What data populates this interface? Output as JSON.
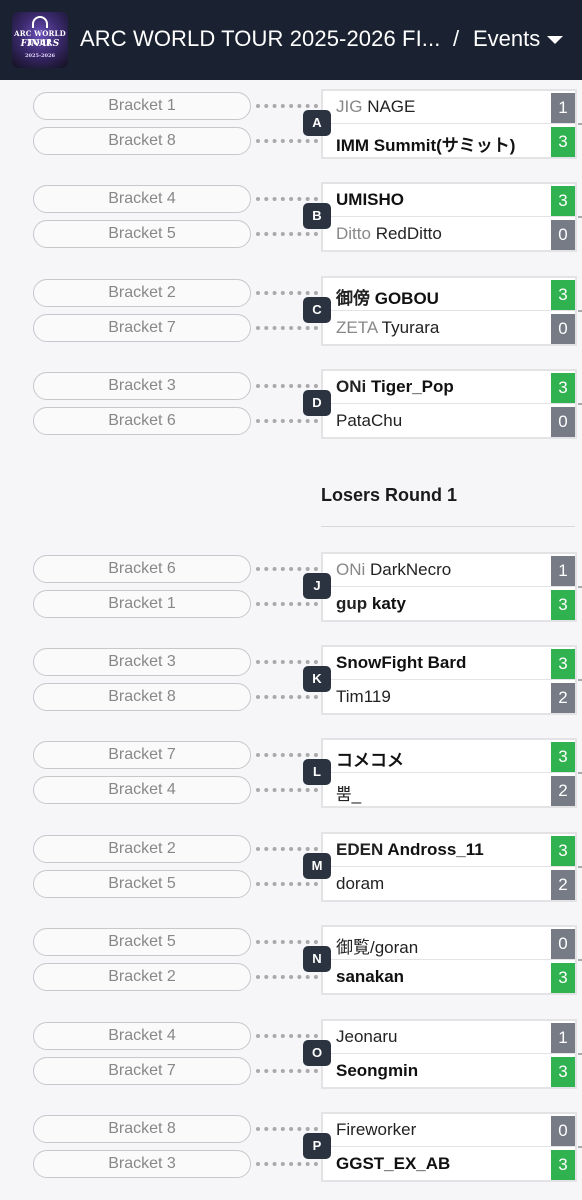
{
  "header": {
    "logo_text": [
      "ARC WORLD TOUR",
      "FINALS",
      "2025-2026"
    ],
    "title": "ARC WORLD TOUR 2025-2026 FI...",
    "separator": "/",
    "events_label": "Events"
  },
  "sections": {
    "losers_round_1": "Losers Round 1"
  },
  "matches": [
    {
      "id": "A",
      "slots": [
        "Bracket 1",
        "Bracket 8"
      ],
      "players": [
        {
          "tag": "JIG",
          "name": "NAGE",
          "score": "1",
          "win": false
        },
        {
          "tag": "",
          "name": "IMM Summit(サミット)",
          "score": "3",
          "win": true
        }
      ]
    },
    {
      "id": "B",
      "slots": [
        "Bracket 4",
        "Bracket 5"
      ],
      "players": [
        {
          "tag": "",
          "name": "UMISHO",
          "score": "3",
          "win": true
        },
        {
          "tag": "Ditto",
          "name": "RedDitto",
          "score": "0",
          "win": false
        }
      ]
    },
    {
      "id": "C",
      "slots": [
        "Bracket 2",
        "Bracket 7"
      ],
      "players": [
        {
          "tag": "御傍",
          "name": "GOBOU",
          "score": "3",
          "win": true
        },
        {
          "tag": "ZETA",
          "name": "Tyurara",
          "score": "0",
          "win": false
        }
      ]
    },
    {
      "id": "D",
      "slots": [
        "Bracket 3",
        "Bracket 6"
      ],
      "players": [
        {
          "tag": "ONi",
          "name": "Tiger_Pop",
          "score": "3",
          "win": true
        },
        {
          "tag": "",
          "name": "PataChu",
          "score": "0",
          "win": false
        }
      ]
    },
    {
      "id": "J",
      "slots": [
        "Bracket 6",
        "Bracket 1"
      ],
      "players": [
        {
          "tag": "ONi",
          "name": "DarkNecro",
          "score": "1",
          "win": false
        },
        {
          "tag": "gup",
          "name": "katy",
          "score": "3",
          "win": true
        }
      ]
    },
    {
      "id": "K",
      "slots": [
        "Bracket 3",
        "Bracket 8"
      ],
      "players": [
        {
          "tag": "",
          "name": "SnowFight Bard",
          "score": "3",
          "win": true
        },
        {
          "tag": "",
          "name": "Tim119",
          "score": "2",
          "win": false
        }
      ]
    },
    {
      "id": "L",
      "slots": [
        "Bracket 7",
        "Bracket 4"
      ],
      "players": [
        {
          "tag": "",
          "name": "コメコメ",
          "score": "3",
          "win": true
        },
        {
          "tag": "",
          "name": "뿜_",
          "score": "2",
          "win": false
        }
      ]
    },
    {
      "id": "M",
      "slots": [
        "Bracket 2",
        "Bracket 5"
      ],
      "players": [
        {
          "tag": "EDEN",
          "name": "Andross_11",
          "score": "3",
          "win": true
        },
        {
          "tag": "",
          "name": "doram",
          "score": "2",
          "win": false
        }
      ]
    },
    {
      "id": "N",
      "slots": [
        "Bracket 5",
        "Bracket 2"
      ],
      "players": [
        {
          "tag": "",
          "name": "御覧/goran",
          "score": "0",
          "win": false
        },
        {
          "tag": "",
          "name": "sanakan",
          "score": "3",
          "win": true
        }
      ]
    },
    {
      "id": "O",
      "slots": [
        "Bracket 4",
        "Bracket 7"
      ],
      "players": [
        {
          "tag": "",
          "name": "Jeonaru",
          "score": "1",
          "win": false
        },
        {
          "tag": "",
          "name": "Seongmin",
          "score": "3",
          "win": true
        }
      ]
    },
    {
      "id": "P",
      "slots": [
        "Bracket 8",
        "Bracket 3"
      ],
      "players": [
        {
          "tag": "",
          "name": "Fireworker",
          "score": "0",
          "win": false
        },
        {
          "tag": "",
          "name": "GGST_EX_AB",
          "score": "3",
          "win": true
        }
      ]
    }
  ]
}
